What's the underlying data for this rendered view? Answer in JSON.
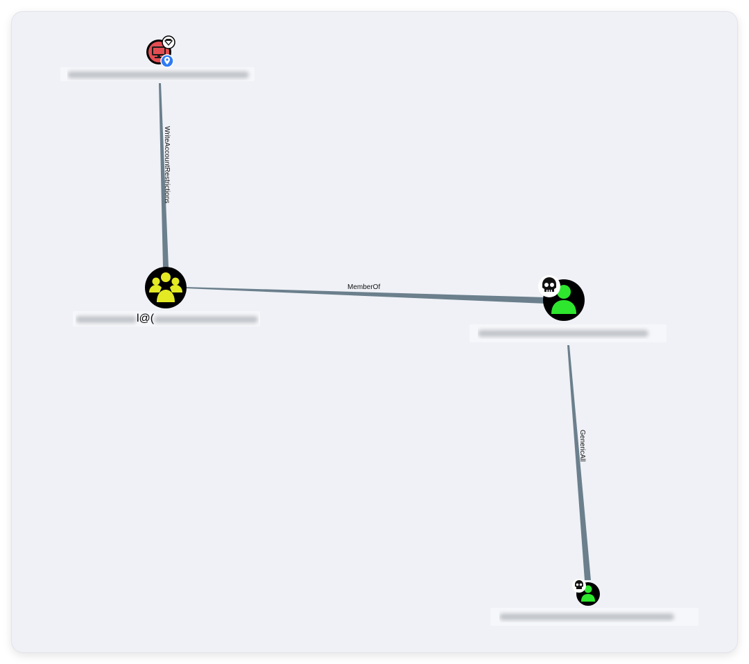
{
  "graph": {
    "edges": {
      "write_account_restrictions": "WriteAccountRestrictions",
      "member_of": "MemberOf",
      "generic_all": "GenericAll"
    },
    "nodes": {
      "computer": {
        "label_visible": "",
        "icon": "computer-icon",
        "badges": [
          "gem-badge-icon",
          "location-badge-icon"
        ]
      },
      "group": {
        "label_visible": "l@(",
        "icon": "group-icon"
      },
      "user_high_value": {
        "label_visible": "",
        "icon": "user-icon",
        "badges": [
          "skull-badge-icon"
        ]
      },
      "user_small": {
        "label_visible": "",
        "icon": "user-icon",
        "badges": [
          "skull-badge-icon"
        ]
      }
    }
  },
  "colors": {
    "canvas_bg": "#eff1f6",
    "edge": "#6b7f8c",
    "group_fill": "#e3ea23",
    "user_fill": "#2ee62e",
    "computer_fill": "#e34d52",
    "node_bg": "#000000"
  }
}
